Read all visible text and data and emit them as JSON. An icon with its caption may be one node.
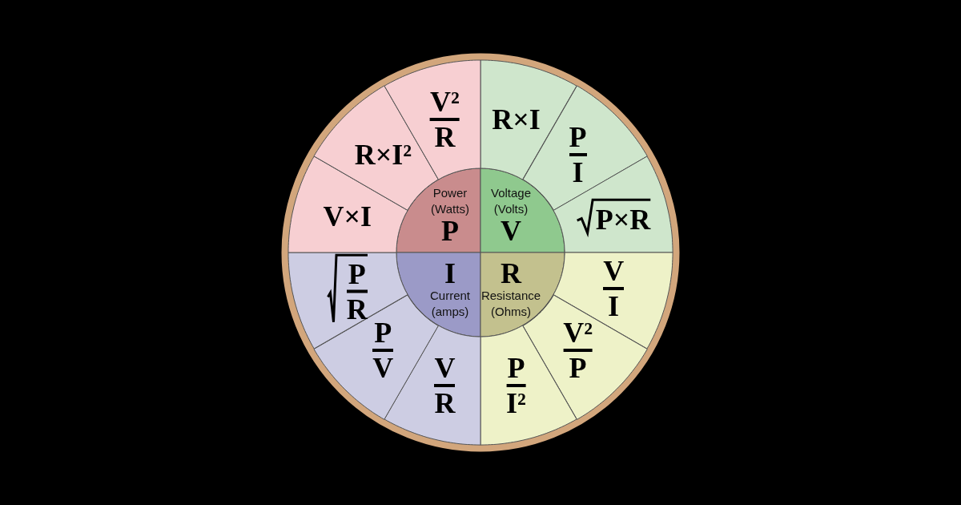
{
  "diagram": {
    "nodes": [
      {
        "text": [
          "Power (Watts)",
          "P"
        ]
      },
      {
        "text": [
          "Voltage (Volts)",
          "V"
        ]
      },
      {
        "text": [
          "I",
          "Current (amps)"
        ]
      },
      {
        "text": [
          "R",
          "Resistance (Ohms)"
        ]
      },
      {
        "text": [
          "R×I"
        ]
      },
      {
        "text": [
          "P",
          "I"
        ]
      },
      {
        "text": [
          "P×R"
        ]
      },
      {
        "text": [
          "V",
          "I"
        ]
      },
      {
        "text": [
          "V²",
          "P"
        ]
      },
      {
        "text": [
          "P",
          "I²"
        ]
      },
      {
        "text": [
          "V",
          "R"
        ]
      },
      {
        "text": [
          "P",
          "V"
        ]
      },
      {
        "text": [
          "P",
          "R"
        ]
      },
      {
        "text": [
          "V×I"
        ]
      },
      {
        "text": [
          "R×I²"
        ]
      },
      {
        "text": [
          "V²",
          "R"
        ]
      }
    ]
  }
}
